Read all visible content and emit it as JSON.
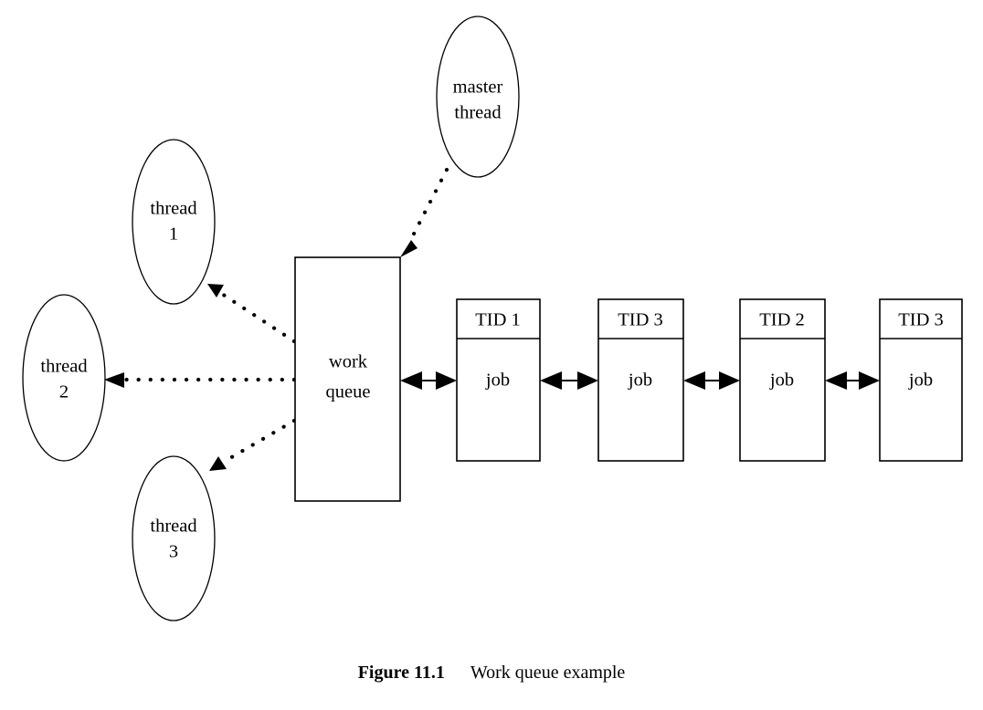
{
  "figure": {
    "caption_label": "Figure 11.1",
    "caption_text": "Work queue example"
  },
  "diagram": {
    "type": "node-link-diagram",
    "background_color": "#ffffff",
    "line_color": "#000000",
    "nodes": {
      "master_thread": {
        "line1": "master",
        "line2": "thread",
        "shape": "ellipse"
      },
      "thread_1": {
        "line1": "thread",
        "line2": "1",
        "shape": "ellipse"
      },
      "thread_2": {
        "line1": "thread",
        "line2": "2",
        "shape": "ellipse"
      },
      "thread_3": {
        "line1": "thread",
        "line2": "3",
        "shape": "ellipse"
      },
      "work_queue": {
        "line1": "work",
        "line2": "queue",
        "shape": "rectangle"
      }
    },
    "jobs": [
      {
        "tid": "TID 1",
        "body": "job"
      },
      {
        "tid": "TID 3",
        "body": "job"
      },
      {
        "tid": "TID 2",
        "body": "job"
      },
      {
        "tid": "TID 3",
        "body": "job"
      }
    ],
    "links": [
      {
        "from": "master thread",
        "to": "work queue",
        "style": "dotted",
        "arrow": "single"
      },
      {
        "from": "work queue",
        "to": "thread 1",
        "style": "dotted",
        "arrow": "single"
      },
      {
        "from": "work queue",
        "to": "thread 2",
        "style": "dotted",
        "arrow": "single"
      },
      {
        "from": "work queue",
        "to": "thread 3",
        "style": "dotted",
        "arrow": "single"
      },
      {
        "from": "work queue",
        "to": "job 1",
        "style": "solid",
        "arrow": "double"
      },
      {
        "from": "job 1",
        "to": "job 2",
        "style": "solid",
        "arrow": "double"
      },
      {
        "from": "job 2",
        "to": "job 3",
        "style": "solid",
        "arrow": "double"
      },
      {
        "from": "job 3",
        "to": "job 4",
        "style": "solid",
        "arrow": "double"
      }
    ]
  }
}
